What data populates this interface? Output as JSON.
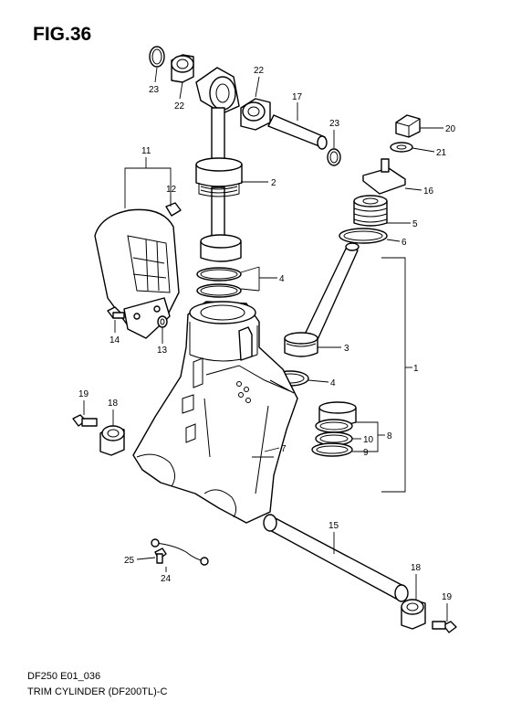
{
  "figure": {
    "title": "FIG.36",
    "code": "DF250 E01_036",
    "caption": "TRIM CYLINDER (DF200TL)-C"
  },
  "callouts": [
    {
      "id": "c1",
      "text": "1"
    },
    {
      "id": "c2",
      "text": "2"
    },
    {
      "id": "c3",
      "text": "3"
    },
    {
      "id": "c4a",
      "text": "4"
    },
    {
      "id": "c4b",
      "text": "4"
    },
    {
      "id": "c5",
      "text": "5"
    },
    {
      "id": "c6",
      "text": "6"
    },
    {
      "id": "c7",
      "text": "7"
    },
    {
      "id": "c8",
      "text": "8"
    },
    {
      "id": "c9",
      "text": "9"
    },
    {
      "id": "c10",
      "text": "10"
    },
    {
      "id": "c11",
      "text": "11"
    },
    {
      "id": "c12",
      "text": "12"
    },
    {
      "id": "c13",
      "text": "13"
    },
    {
      "id": "c14",
      "text": "14"
    },
    {
      "id": "c15",
      "text": "15"
    },
    {
      "id": "c16",
      "text": "16"
    },
    {
      "id": "c17",
      "text": "17"
    },
    {
      "id": "c18a",
      "text": "18"
    },
    {
      "id": "c18b",
      "text": "18"
    },
    {
      "id": "c19a",
      "text": "19"
    },
    {
      "id": "c19b",
      "text": "19"
    },
    {
      "id": "c20",
      "text": "20"
    },
    {
      "id": "c21",
      "text": "21"
    },
    {
      "id": "c22a",
      "text": "22"
    },
    {
      "id": "c22b",
      "text": "22"
    },
    {
      "id": "c23a",
      "text": "23"
    },
    {
      "id": "c23b",
      "text": "23"
    },
    {
      "id": "c24",
      "text": "24"
    },
    {
      "id": "c25",
      "text": "25"
    }
  ]
}
